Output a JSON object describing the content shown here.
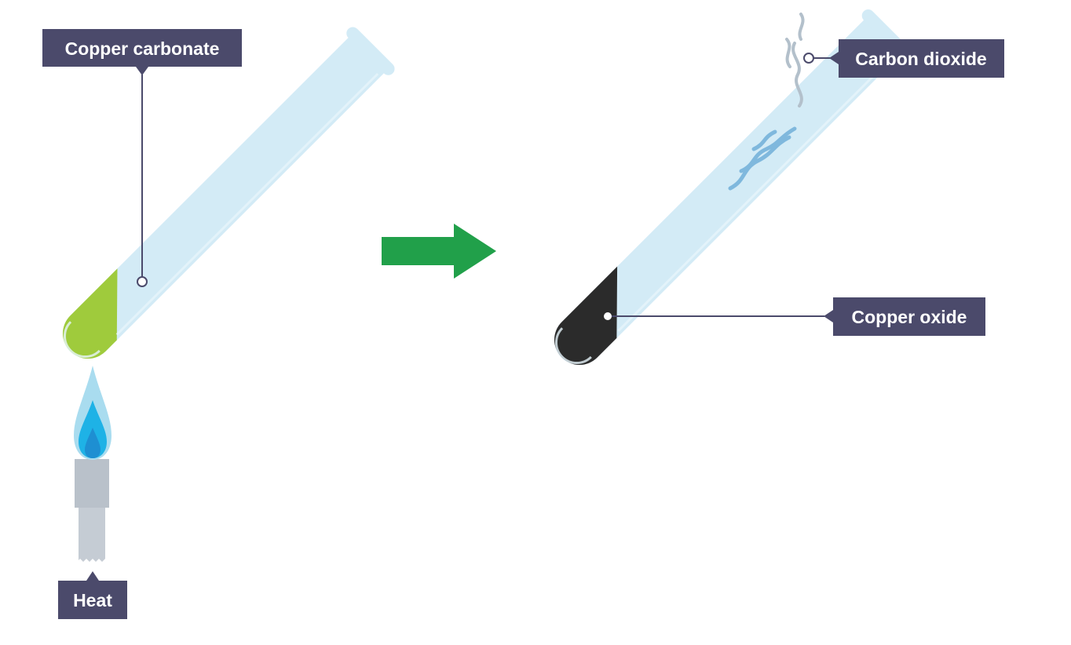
{
  "labels": {
    "copper_carbonate": "Copper carbonate",
    "heat": "Heat",
    "carbon_dioxide": "Carbon dioxide",
    "copper_oxide": "Copper oxide"
  },
  "colors": {
    "label_bg": "#4b4a6b",
    "label_text": "#ffffff",
    "tube_glass": "#d3ebf6",
    "tube_highlight": "#e7f5fb",
    "copper_carbonate": "#9fcb3c",
    "copper_oxide": "#2b2b2b",
    "arrow": "#21a04a",
    "flame_outer": "#a9dcef",
    "flame_mid": "#1eb2e6",
    "flame_inner": "#1e8fd2",
    "burner_top": "#b9c1ca",
    "burner_body": "#c5ccd4",
    "gas_wisp": "#b3c0cb",
    "gas_inside": "#7fb8dd",
    "leader_line": "#4b4a6b"
  },
  "icons": {
    "reaction_arrow": "right-arrow-icon",
    "flame": "flame-icon",
    "burner": "bunsen-burner-icon"
  }
}
